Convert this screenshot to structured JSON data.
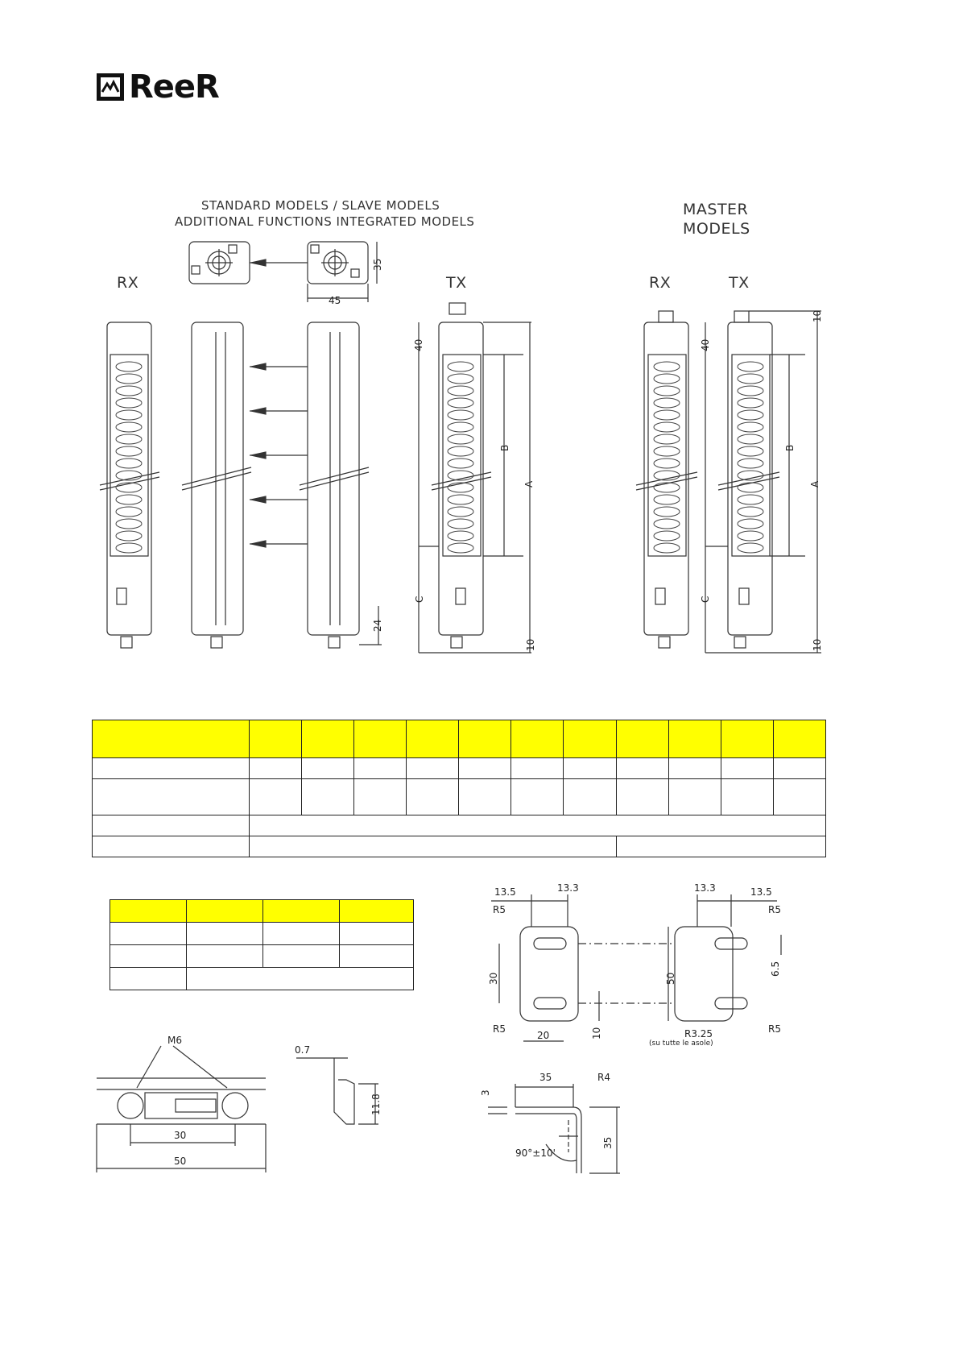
{
  "logo": {
    "text": "ReeR"
  },
  "labels": {
    "standard_line1": "STANDARD MODELS / SLAVE MODELS",
    "standard_line2": "ADDITIONAL FUNCTIONS INTEGRATED MODELS",
    "master_line1": "MASTER",
    "master_line2": "MODELS",
    "rx_left": "RX",
    "tx_left": "TX",
    "rx_right": "RX",
    "tx_right": "TX"
  },
  "dimensions": {
    "head_width": "45",
    "head_depth": "35",
    "top_offset_left": "40",
    "top_offset_right": "40",
    "cap_left": "24",
    "bottom_left": "10",
    "bottom_right": "10",
    "top_right": "10",
    "label_a": "A",
    "label_b": "B",
    "label_c": "C",
    "bracket_13_5_left": "13.5",
    "bracket_13_3_left": "13.3",
    "bracket_13_3_right": "13.3",
    "bracket_13_5_right": "13.5",
    "r5_tl": "R5",
    "r5_tr": "R5",
    "r5_bl": "R5",
    "r5_br": "R5",
    "bracket_30": "30",
    "bracket_50": "50",
    "bracket_6_5": "6.5",
    "bracket_20": "20",
    "bracket_10": "10",
    "r3_25": "R3.25",
    "r3_25_note": "(su tutte le asole)",
    "m6": "M6",
    "profile_30": "30",
    "profile_50": "50",
    "clip_0_7": "0.7",
    "clip_11_8": "11.8",
    "side_3": "3",
    "side_35_top": "35",
    "side_r4": "R4",
    "side_35_right": "35",
    "side_angle": "90°±10'"
  }
}
